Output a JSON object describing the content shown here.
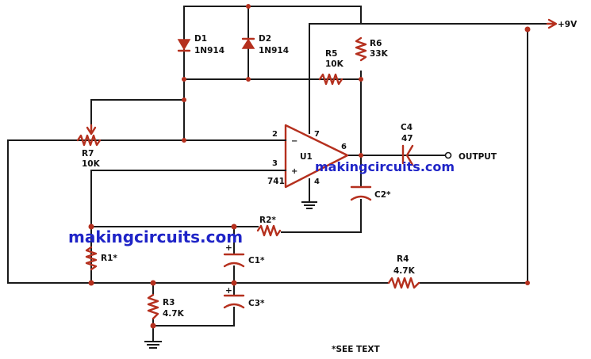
{
  "components": {
    "d1": {
      "ref": "D1",
      "part": "1N914"
    },
    "d2": {
      "ref": "D2",
      "part": "1N914"
    },
    "r5": {
      "ref": "R5",
      "value": "10K"
    },
    "r6": {
      "ref": "R6",
      "value": "33K"
    },
    "r7": {
      "ref": "R7",
      "value": "10K"
    },
    "c4": {
      "ref": "C4",
      "value": "47"
    },
    "u1": {
      "ref": "U1",
      "part": "741"
    },
    "r1": {
      "ref": "R1*"
    },
    "r2": {
      "ref": "R2*"
    },
    "c1": {
      "ref": "C1*"
    },
    "c2": {
      "ref": "C2*"
    },
    "c3": {
      "ref": "C3*"
    },
    "r3": {
      "ref": "R3",
      "value": "4.7K"
    },
    "r4": {
      "ref": "R4",
      "value": "4.7K"
    }
  },
  "pins": {
    "p2": "2",
    "p3": "3",
    "p4": "4",
    "p6": "6",
    "p7": "7",
    "minus": "−",
    "plus": "+"
  },
  "cap_polarity": {
    "c1": "+",
    "c3": "+"
  },
  "supply_label": "+9V",
  "output_label": "OUTPUT",
  "footnote": "*SEE TEXT",
  "watermarks": {
    "top": "makingcircuits.com",
    "bottom": "makingcircuits.com"
  },
  "colors": {
    "component": "#b5301e",
    "wire": "#1a1a1a",
    "watermark": "#1f24c7"
  }
}
